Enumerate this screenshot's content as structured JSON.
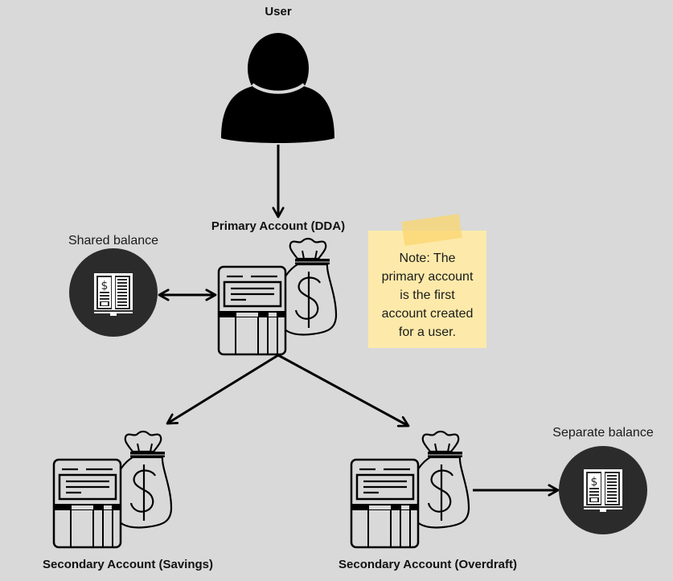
{
  "diagram": {
    "type": "account-hierarchy",
    "background_color": "#d9d9d9"
  },
  "nodes": {
    "user": {
      "label": "User",
      "icon": "user-silhouette-icon"
    },
    "primary": {
      "label": "Primary Account (DDA)",
      "icon": "account-money-bag-icon"
    },
    "savings": {
      "label": "Secondary Account (Savings)",
      "icon": "account-money-bag-icon"
    },
    "overdraft": {
      "label": "Secondary Account (Overdraft)",
      "icon": "account-money-bag-icon"
    },
    "shared_balance": {
      "label": "Shared balance",
      "icon": "ledger-book-icon",
      "circle_color": "#2b2b2b"
    },
    "separate_balance": {
      "label": "Separate balance",
      "icon": "ledger-book-icon",
      "circle_color": "#2b2b2b"
    }
  },
  "note": {
    "lines": [
      "Note: The",
      "primary account",
      "is the first",
      "account created",
      "for a user."
    ],
    "background_color": "#fdeaaa",
    "tape_color": "#f9d46e"
  },
  "edges": [
    {
      "from": "user",
      "to": "primary",
      "direction": "forward"
    },
    {
      "from": "shared_balance",
      "to": "primary",
      "direction": "both"
    },
    {
      "from": "primary",
      "to": "savings",
      "direction": "forward"
    },
    {
      "from": "primary",
      "to": "overdraft",
      "direction": "forward"
    },
    {
      "from": "overdraft",
      "to": "separate_balance",
      "direction": "forward"
    }
  ]
}
